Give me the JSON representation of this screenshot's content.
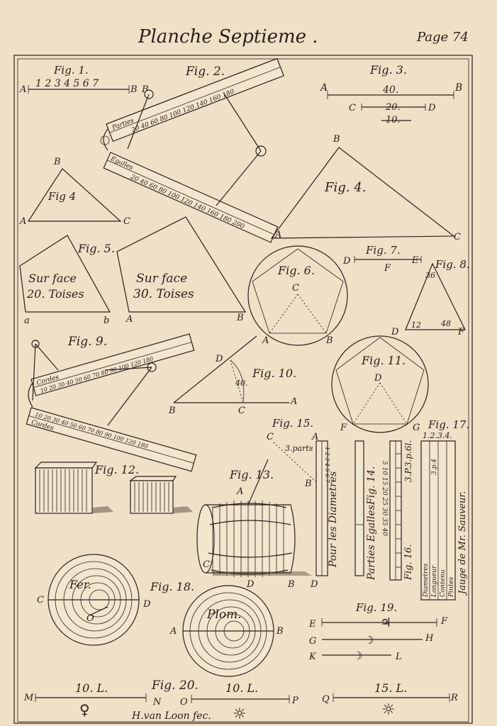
{
  "plate": {
    "title": "Planche Septieme .",
    "page": "Page 74",
    "engraver": "H.van Loon fec."
  },
  "fig1": {
    "label": "Fig. 1.",
    "scale": "1 2 3 4 5 6 7",
    "a": "A",
    "b": "B"
  },
  "fig2": {
    "label": "Fig. 2.",
    "parties_word": "Parties",
    "parties_scale": "20 40 60 80 100 120 140 160 180",
    "egalles_word": "Egalles",
    "egalles_scale": "20 40 60 80 100 120 140 160 180 200",
    "b": "B"
  },
  "fig3": {
    "label": "Fig. 3.",
    "a": "A",
    "b": "B",
    "c": "C",
    "d": "D",
    "v40": "40.",
    "v20": "20.",
    "v10": "10."
  },
  "fig4_small": {
    "label": "Fig 4",
    "a": "A",
    "b": "B",
    "c": "C"
  },
  "fig4_big": {
    "label": "Fig. 4.",
    "a": "A",
    "b": "B",
    "c": "C"
  },
  "fig5": {
    "label": "Fig. 5.",
    "left_line1": "Sur face",
    "left_line2": "20. Toises",
    "right_line1": "Sur face",
    "right_line2": "30. Toises",
    "a": "a",
    "b": "b",
    "A": "A",
    "B": "B"
  },
  "fig6": {
    "label": "Fig. 6.",
    "a": "A",
    "b": "B",
    "c": "C"
  },
  "fig7": {
    "label": "Fig. 7.",
    "d": "D",
    "e": "E",
    "f": "F"
  },
  "fig8": {
    "label": "Fig. 8.",
    "d": "D",
    "f": "F",
    "n1": "36",
    "n2": "12",
    "n3": "48"
  },
  "fig9": {
    "label": "Fig. 9.",
    "cordes_word": "Cordes",
    "top_scale": "10 20 30 40 50 60 70 80 90 100 120 180",
    "bottom_scale": "10 20 30 40 50 60 70 80 90 100 120 180"
  },
  "fig10": {
    "label": "Fig. 10.",
    "b": "B",
    "c": "C",
    "d": "D",
    "a": "A",
    "deg": "40."
  },
  "fig11": {
    "label": "Fig. 11.",
    "d": "D",
    "f": "F",
    "g": "G"
  },
  "fig12": {
    "label": "Fig. 12."
  },
  "fig13": {
    "label": "Fig. 13.",
    "a": "A",
    "c": "C",
    "d": "D",
    "b": "B",
    "d2": "D"
  },
  "fig14": {
    "label": "Fig. 14.",
    "text": "Parties Egalles"
  },
  "fig15": {
    "label": "Fig. 15.",
    "c": "C",
    "a": "A",
    "b": "B",
    "parts": "3.parts",
    "text": "Pour les Diametres",
    "scale": "1 2 3 4 5 6 7"
  },
  "fig16": {
    "label": "Fig. 16.",
    "text": "3.P.3.p.6l.",
    "scale": "5 10 15 20 25 30 35 40"
  },
  "fig17": {
    "label": "Fig. 17.",
    "top": "1.2.3.4.",
    "cols": [
      "Diametres",
      "Longueur",
      "Contenu",
      "Pintes"
    ],
    "caption": "Jauge de Mr. Sauveur.",
    "side": "3.p.4"
  },
  "fig18": {
    "label": "Fig. 18.",
    "fer": "Fer.",
    "plom": "Plom.",
    "c": "C",
    "d": "D",
    "a": "A",
    "b": "B",
    "o": "O"
  },
  "fig19": {
    "label": "Fig. 19.",
    "e": "E",
    "f": "F",
    "g": "G",
    "h": "H",
    "k": "K",
    "l": "L"
  },
  "fig20": {
    "label": "Fig. 20.",
    "m": "M",
    "n": "N",
    "o": "O",
    "p": "P",
    "q": "Q",
    "r": "R",
    "l1": "10. L.",
    "l2": "10. L.",
    "l3": "15. L."
  }
}
